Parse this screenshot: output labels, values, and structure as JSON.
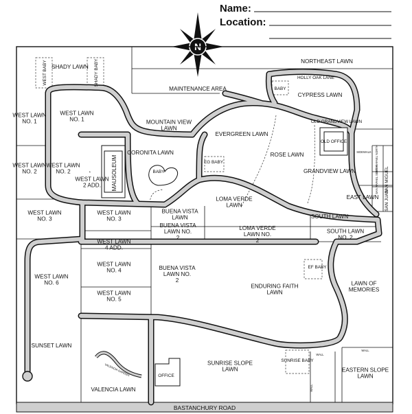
{
  "form": {
    "name_label": "Name:",
    "location_label": "Location:"
  },
  "compass": {
    "north_letter": "N"
  },
  "areas": {
    "west_baby": "WEST BABY",
    "shady_lawn": "SHADY LAWN",
    "shady_baby": "SHADY BABY",
    "maintenance_area": "MAINTENANCE AREA",
    "northeast_lawn": "NORTHEAST LAWN",
    "holly_oak_lane": "HOLLY OAK LANE",
    "baby": "BABY",
    "cypress_lawn": "CYPRESS LAWN",
    "west_lawn_no1_left": "WEST LAWN NO. 1",
    "west_lawn_no1": "WEST LAWN NO. 1",
    "mountain_view_lawn": "MOUNTAIN VIEW LAWN",
    "evergreen_lawn": "EVERGREEN LAWN",
    "old_grandview_lawn": "OLD GRANDVIEW LAWN",
    "old_office": "OLD OFFICE",
    "rose_lawn": "ROSE LAWN",
    "grandview_lawn": "GRANDVIEW LAWN",
    "sidewalk": "SIDEWALK",
    "san_rafael_north": "SAN RAFAEL NORTH",
    "san_miguel": "SAN MIGUEL",
    "san_rafael_south": "SAN RAFAEL SOUTH",
    "san_juan": "SAN JUAN",
    "west_lawn_no2_left": "WEST LAWN NO. 2",
    "west_lawn_no2": "WEST LAWN NO. 2",
    "mausoleum": "MAUSOLEUM",
    "west_lawn_2_add": "WEST LAWN 2 ADD.",
    "coronita_lawn": "CORONITA LAWN",
    "coronita_baby": "BABY",
    "eg_baby": "EG BABY",
    "loma_verde_lawn": "LOMA VERDE LAWN",
    "east_lawn": "EAST LAWN",
    "west_lawn_no3_left": "WEST LAWN NO. 3",
    "west_lawn_no3": "WEST LAWN NO. 3",
    "buena_vista_lawn": "BUENA VISTA LAWN",
    "south_lawn": "SOUTH LAWN",
    "buena_vista_lawn_no2_top": "BUENA VISTA LAWN NO. 2",
    "loma_verde_lawn_no2": "LOMA VERDE LAWN NO. 2",
    "south_lawn_no2": "SOUTH LAWN NO. 2",
    "west_lawn_4_add": "WEST LAWN 4 ADD.",
    "west_lawn_no4": "WEST LAWN NO. 4",
    "ef_baby": "EF BABY",
    "west_lawn_no6": "WEST LAWN NO. 6",
    "buena_vista_lawn_no2": "BUENA VISTA LAWN NO. 2",
    "enduring_faith_lawn": "ENDURING FAITH LAWN",
    "lawn_of_memories": "LAWN OF MEMORIES",
    "west_lawn_no5": "WEST LAWN NO. 5",
    "wall_right": "WALL",
    "wall_top": "WALL",
    "wall_mid": "WALL",
    "sunset_lawn": "SUNSET LAWN",
    "sunrise_baby": "SUNRISE BABY",
    "eastern_slope_lawn": "EASTERN SLOPE LAWN",
    "sunrise_slope_lawn": "SUNRISE SLOPE LAWN",
    "office": "OFFICE",
    "valencia_garden": "VALENCIA GARDEN",
    "valencia_lawn": "VALENCIA LAWN",
    "bastanchury_road": "BASTANCHURY ROAD"
  }
}
